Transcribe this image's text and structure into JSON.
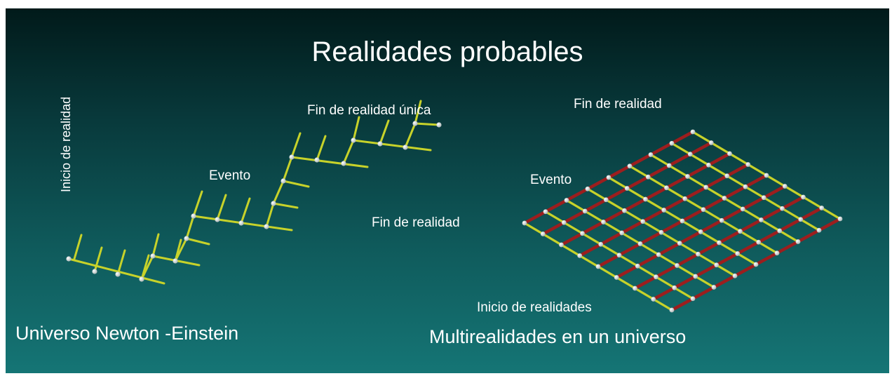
{
  "slide": {
    "title": "Realidades probables",
    "colors": {
      "background_top": "#011a1a",
      "background_bottom": "#157575",
      "text": "#ffffff",
      "branch_yellow": "#c7d22a",
      "branch_red": "#9c1e1e",
      "node": "#f2f2f2"
    }
  },
  "left_diagram": {
    "label_start": "Inicio de realidad",
    "label_event": "Evento",
    "label_end": "Fin de realidad única",
    "caption": "Universo Newton -Einstein"
  },
  "right_diagram": {
    "label_end_top": "Fin de realidad",
    "label_event": "Evento",
    "label_end_left": "Fin de realidad",
    "label_start": "Inicio de realidades",
    "caption": "Multirealidades en un universo"
  }
}
